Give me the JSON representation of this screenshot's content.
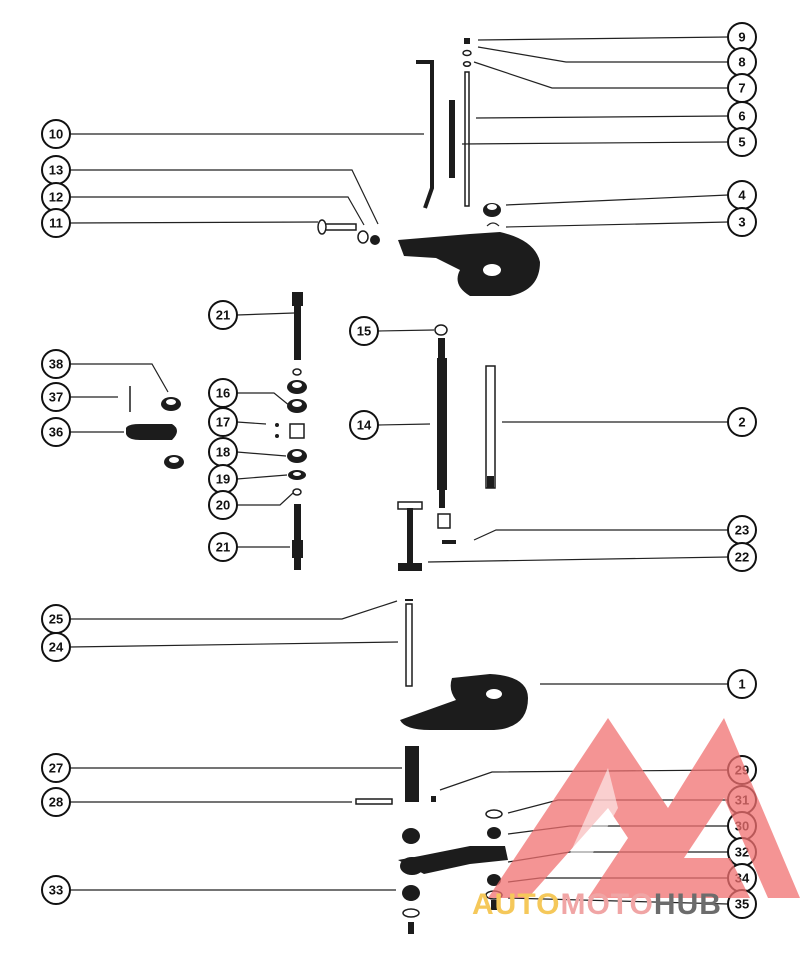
{
  "diagram": {
    "callouts": [
      {
        "label": "9"
      },
      {
        "label": "8"
      },
      {
        "label": "7"
      },
      {
        "label": "6"
      },
      {
        "label": "5"
      },
      {
        "label": "10"
      },
      {
        "label": "13"
      },
      {
        "label": "12"
      },
      {
        "label": "11"
      },
      {
        "label": "4"
      },
      {
        "label": "3"
      },
      {
        "label": "21"
      },
      {
        "label": "15"
      },
      {
        "label": "38"
      },
      {
        "label": "37"
      },
      {
        "label": "36"
      },
      {
        "label": "16"
      },
      {
        "label": "17"
      },
      {
        "label": "18"
      },
      {
        "label": "19"
      },
      {
        "label": "20"
      },
      {
        "label": "14"
      },
      {
        "label": "2"
      },
      {
        "label": "21"
      },
      {
        "label": "23"
      },
      {
        "label": "22"
      },
      {
        "label": "25"
      },
      {
        "label": "24"
      },
      {
        "label": "1"
      },
      {
        "label": "27"
      },
      {
        "label": "29"
      },
      {
        "label": "28"
      },
      {
        "label": "31"
      },
      {
        "label": "30"
      },
      {
        "label": "32"
      },
      {
        "label": "34"
      },
      {
        "label": "33"
      },
      {
        "label": "35"
      }
    ]
  },
  "watermark": {
    "logo_word_1": "AUTO",
    "logo_word_2": "MOTO",
    "logo_word_3": "HUB",
    "colors": {
      "auto": "#f5c85a",
      "moto": "#f0a5a5",
      "hub": "#6c6c6c",
      "triangle": "#f07070"
    }
  }
}
